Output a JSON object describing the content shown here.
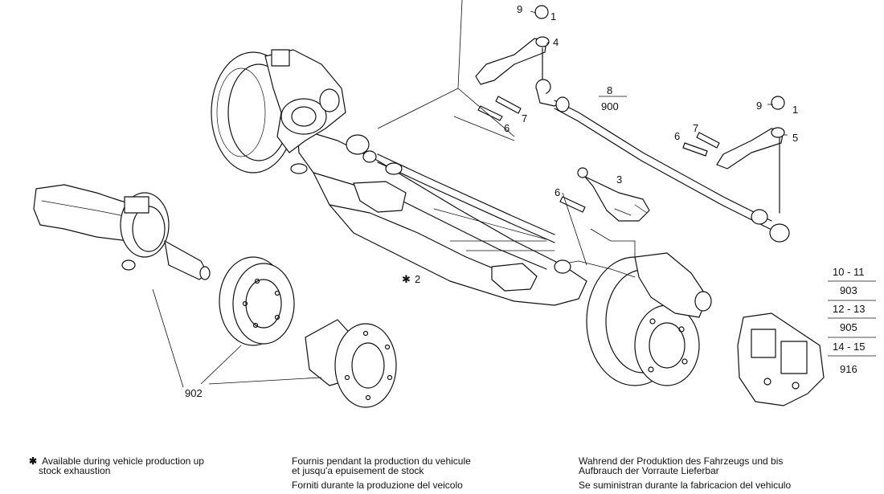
{
  "callouts": {
    "c1a": "1",
    "c9a": "9",
    "c4": "4",
    "c6a": "6",
    "c7a": "7",
    "c9b": "9",
    "c1b": "1",
    "c6b": "6",
    "c7b": "7",
    "c5": "5",
    "c3": "3",
    "c6c": "6",
    "c2": "2",
    "c902": "902"
  },
  "tierod_ref": {
    "num": "8",
    "den": "900"
  },
  "star_symbol": "✱",
  "ref_table": [
    {
      "top": "10 - 11",
      "bottom": "903"
    },
    {
      "top": "12 - 13",
      "bottom": "905"
    },
    {
      "top": "14 - 15",
      "bottom": "916"
    }
  ],
  "footer": {
    "en": [
      "Available during vehicle production up",
      "stock exhaustion"
    ],
    "fr": [
      "Fournis pendant la production du vehicule",
      "et jusqu'a epuisement de stock",
      "Forniti durante la produzione del veicolo"
    ],
    "de": [
      "Wahrend der Produktion des Fahrzeugs und bis",
      "Aufbrauch der Vorraute Lieferbar",
      "Se suministran durante la fabricacion del vehiculo"
    ]
  }
}
